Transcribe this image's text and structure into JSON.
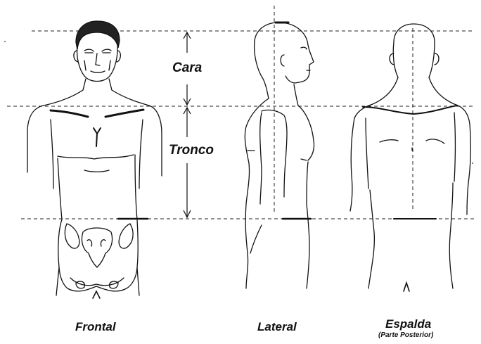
{
  "labels": {
    "cara": "Cara",
    "tronco": "Tronco",
    "frontal": "Frontal",
    "lateral": "Lateral",
    "espalda": "Espalda",
    "espalda_sub": "(Parte Posterior)"
  },
  "colors": {
    "ink": "#111111",
    "background": "#ffffff"
  }
}
